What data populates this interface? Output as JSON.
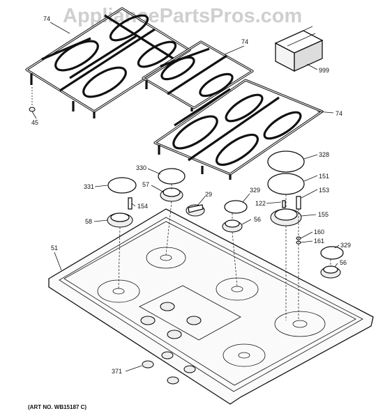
{
  "watermark": "AppliancePartsPros.com",
  "art_number": "(ART NO. WB15187 C)",
  "callouts": [
    {
      "id": "74a",
      "label": "74"
    },
    {
      "id": "74b",
      "label": "74"
    },
    {
      "id": "74c",
      "label": "74"
    },
    {
      "id": "999",
      "label": "999"
    },
    {
      "id": "45",
      "label": "45"
    },
    {
      "id": "328",
      "label": "328"
    },
    {
      "id": "151",
      "label": "151"
    },
    {
      "id": "153",
      "label": "153"
    },
    {
      "id": "330",
      "label": "330"
    },
    {
      "id": "331",
      "label": "331"
    },
    {
      "id": "57",
      "label": "57"
    },
    {
      "id": "29",
      "label": "29"
    },
    {
      "id": "329a",
      "label": "329"
    },
    {
      "id": "122",
      "label": "122"
    },
    {
      "id": "155",
      "label": "155"
    },
    {
      "id": "154",
      "label": "154"
    },
    {
      "id": "58",
      "label": "58"
    },
    {
      "id": "56a",
      "label": "56"
    },
    {
      "id": "160",
      "label": "160"
    },
    {
      "id": "161",
      "label": "161"
    },
    {
      "id": "51",
      "label": "51"
    },
    {
      "id": "329b",
      "label": "329"
    },
    {
      "id": "56b",
      "label": "56"
    },
    {
      "id": "371",
      "label": "371"
    }
  ]
}
